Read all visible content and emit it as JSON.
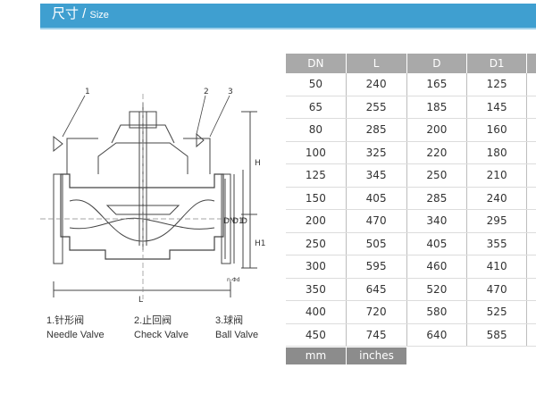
{
  "header": {
    "title_cn": "尺寸",
    "separator": " / ",
    "title_en": "Size"
  },
  "drawing": {
    "callouts": [
      "1",
      "2",
      "3"
    ],
    "dimension_labels": {
      "H": "H",
      "H1": "H1",
      "L": "L",
      "DN": "DN",
      "D1": "D1",
      "D": "D",
      "bolt": "n-Φd"
    }
  },
  "legend": [
    {
      "cn": "1.针形阀",
      "en": "Needle Valve"
    },
    {
      "cn": "2.止回阀",
      "en": "Check Valve"
    },
    {
      "cn": "3.球阀",
      "en": "Ball Valve"
    }
  ],
  "table": {
    "headers": [
      "DN",
      "L",
      "D",
      "D1",
      ""
    ],
    "rows": [
      [
        "50",
        "240",
        "165",
        "125",
        ""
      ],
      [
        "65",
        "255",
        "185",
        "145",
        ""
      ],
      [
        "80",
        "285",
        "200",
        "160",
        ""
      ],
      [
        "100",
        "325",
        "220",
        "180",
        ""
      ],
      [
        "125",
        "345",
        "250",
        "210",
        ""
      ],
      [
        "150",
        "405",
        "285",
        "240",
        ""
      ],
      [
        "200",
        "470",
        "340",
        "295",
        ""
      ],
      [
        "250",
        "505",
        "405",
        "355",
        ""
      ],
      [
        "300",
        "595",
        "460",
        "410",
        ""
      ],
      [
        "350",
        "645",
        "520",
        "470",
        ""
      ],
      [
        "400",
        "720",
        "580",
        "525",
        ""
      ],
      [
        "450",
        "745",
        "640",
        "585",
        ""
      ]
    ],
    "units": {
      "mm": "mm",
      "inches": "inches"
    }
  },
  "colors": {
    "header": "#3f9fd0",
    "table_header": "#a9a9a9",
    "unit_tab": "#8c8c8c"
  }
}
